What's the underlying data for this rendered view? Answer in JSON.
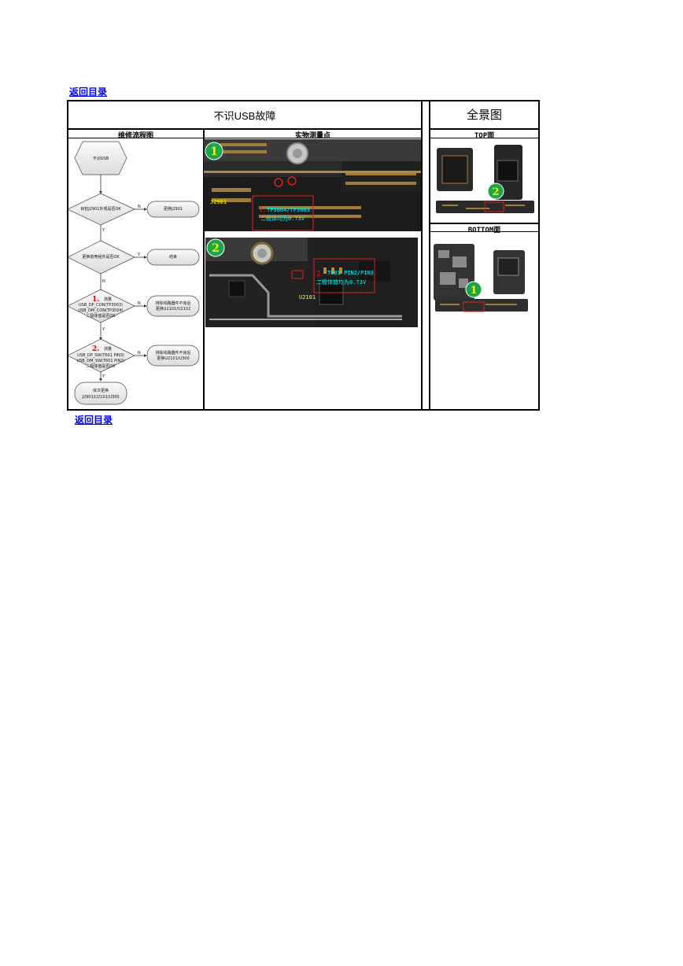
{
  "links": {
    "back_top": "返回目录",
    "back_bottom": "返回目录"
  },
  "table": {
    "title_main": "不识USB故障",
    "title_side": "全景图",
    "col_flow": "维修流程图",
    "col_photo": "实物测量点",
    "top_label": "TOP面",
    "bottom_label": "BOTTOM面"
  },
  "flow": {
    "start": "不识USB",
    "q1": "目检J2901外观是否OK",
    "a1": "更换J2901",
    "q2": "更换前壳组件是否OK",
    "a2": "结束",
    "q3_num": "1.",
    "q3_l1": "测量",
    "q3_l2": "USB_DP_CON(TP3003)",
    "q3_l3": "USB_DM_CON(TP3004)",
    "q3_l4": "二极体值是否OK",
    "a3_l1": "排除线路器件不良后",
    "a3_l2": "更换U2101/U2102",
    "q4_num": "2.",
    "q4_l1": "测量",
    "q4_l2": "USB_DP_SW(T601 PIN3)",
    "q4_l3": "USB_DM_SW(T601 PIN2)",
    "q4_l4": "二极体值是否OK",
    "a4_l1": "排除线路器件不良后",
    "a4_l2": "更换U2101/U300",
    "end_l1": "依次更换",
    "end_l2": "J2901/U2101/U300",
    "yes": "Y",
    "no": "N"
  },
  "photo1": {
    "badge": "1",
    "connector": "J2901",
    "num": "1.",
    "line1": "TP3004/TP3003",
    "line2": "二极体均为0.73V"
  },
  "photo2": {
    "badge": "2",
    "chip": "U2101",
    "num": "2.",
    "line1": "T601 PIN2/PIN3",
    "line2": "二极体值均为0.73V"
  },
  "board_top": {
    "badge": "2"
  },
  "board_bottom": {
    "badge": "1"
  },
  "colors": {
    "badge_green": "#1aa64a",
    "marker_red": "#e02020",
    "annotation_cyan": "#00ffff",
    "annotation_yellow": "#ffff00"
  }
}
